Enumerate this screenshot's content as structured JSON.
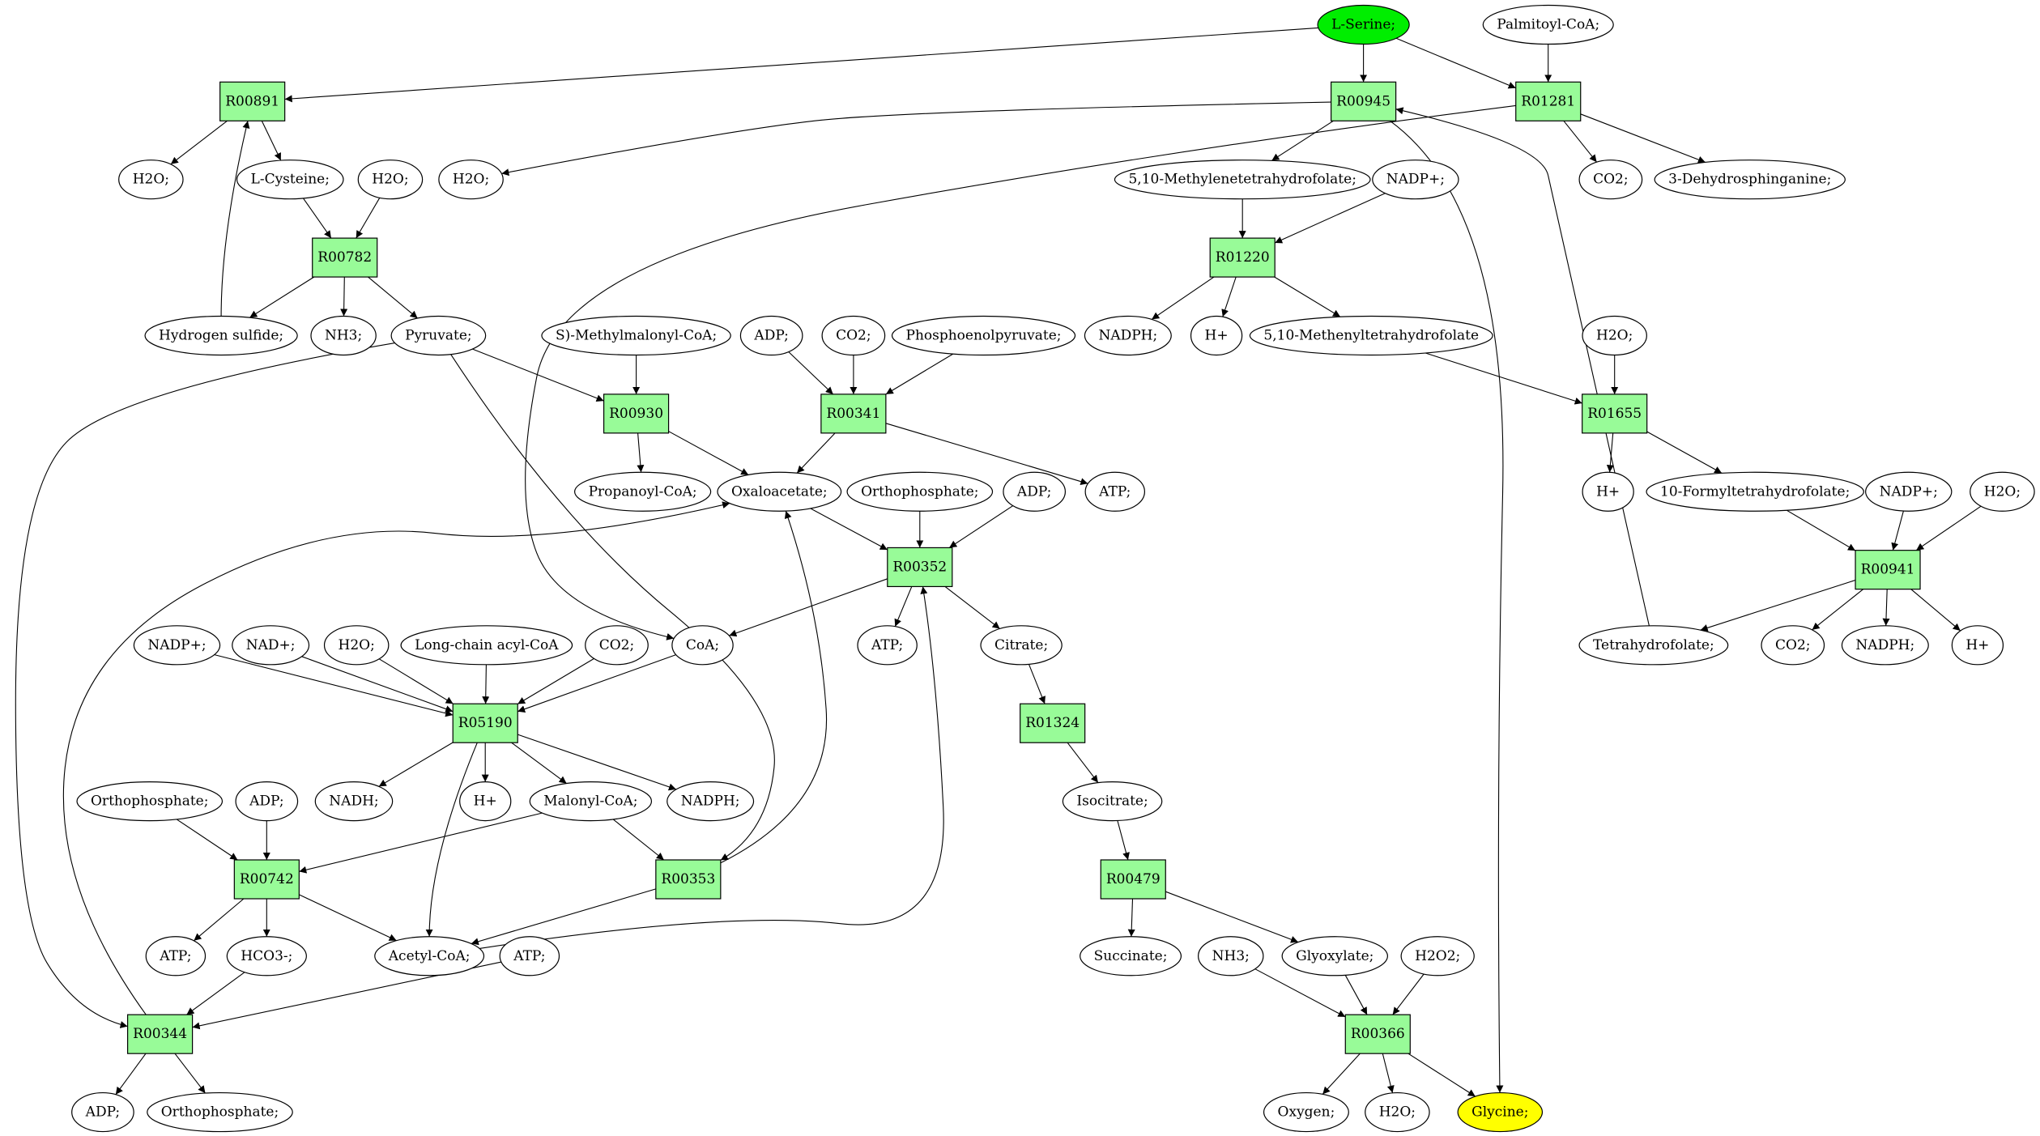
{
  "colors": {
    "reaction_fill": "#98fb98",
    "source_fill": "#00ee00",
    "target_fill": "#ffff00",
    "compound_fill": "#ffffff",
    "stroke": "#000000"
  },
  "reactions": [
    {
      "id": "r00891",
      "label": "R00891"
    },
    {
      "id": "r00945",
      "label": "R00945"
    },
    {
      "id": "r01281",
      "label": "R01281"
    },
    {
      "id": "r00782",
      "label": "R00782"
    },
    {
      "id": "r01220",
      "label": "R01220"
    },
    {
      "id": "r00930",
      "label": "R00930"
    },
    {
      "id": "r00341",
      "label": "R00341"
    },
    {
      "id": "r01655",
      "label": "R01655"
    },
    {
      "id": "r00352",
      "label": "R00352"
    },
    {
      "id": "r00941",
      "label": "R00941"
    },
    {
      "id": "r05190",
      "label": "R05190"
    },
    {
      "id": "r01324",
      "label": "R01324"
    },
    {
      "id": "r00742",
      "label": "R00742"
    },
    {
      "id": "r00353",
      "label": "R00353"
    },
    {
      "id": "r00479",
      "label": "R00479"
    },
    {
      "id": "r00344",
      "label": "R00344"
    },
    {
      "id": "r00366",
      "label": "R00366"
    }
  ],
  "compounds": [
    {
      "id": "l_serine",
      "label": "L-Serine;",
      "role": "source"
    },
    {
      "id": "palmitoyl_coa",
      "label": "Palmitoyl-CoA;"
    },
    {
      "id": "h2o_a",
      "label": "H2O;"
    },
    {
      "id": "l_cysteine",
      "label": "L-Cysteine;"
    },
    {
      "id": "h2o_b",
      "label": "H2O;"
    },
    {
      "id": "h2o_c",
      "label": "H2O;"
    },
    {
      "id": "methylenethf",
      "label": "5,10-Methylenetetrahydrofolate;"
    },
    {
      "id": "nadp_a",
      "label": "NADP+;"
    },
    {
      "id": "co2_a",
      "label": "CO2;"
    },
    {
      "id": "dehydrosphinganine",
      "label": "3-Dehydrosphinganine;"
    },
    {
      "id": "hydrogen_sulfide",
      "label": "Hydrogen sulfide;"
    },
    {
      "id": "nh3_a",
      "label": "NH3;"
    },
    {
      "id": "pyruvate",
      "label": "Pyruvate;"
    },
    {
      "id": "methylmalonyl_coa",
      "label": "S)-Methylmalonyl-CoA;"
    },
    {
      "id": "adp_a",
      "label": "ADP;"
    },
    {
      "id": "co2_b",
      "label": "CO2;"
    },
    {
      "id": "pep",
      "label": "Phosphoenolpyruvate;"
    },
    {
      "id": "nadph_a",
      "label": "NADPH;"
    },
    {
      "id": "hplus_a",
      "label": "H+"
    },
    {
      "id": "methenylthf",
      "label": "5,10-Methenyltetrahydrofolate"
    },
    {
      "id": "h2o_d",
      "label": "H2O;"
    },
    {
      "id": "propanoyl_coa",
      "label": "Propanoyl-CoA;"
    },
    {
      "id": "oxaloacetate",
      "label": "Oxaloacetate;"
    },
    {
      "id": "orthophosphate_a",
      "label": "Orthophosphate;"
    },
    {
      "id": "adp_b",
      "label": "ADP;"
    },
    {
      "id": "atp_a",
      "label": "ATP;"
    },
    {
      "id": "hplus_b",
      "label": "H+"
    },
    {
      "id": "formylthf",
      "label": "10-Formyltetrahydrofolate;"
    },
    {
      "id": "nadp_b",
      "label": "NADP+;"
    },
    {
      "id": "h2o_e",
      "label": "H2O;"
    },
    {
      "id": "nadp_c",
      "label": "NADP+;"
    },
    {
      "id": "nad_plus",
      "label": "NAD+;"
    },
    {
      "id": "h2o_f",
      "label": "H2O;"
    },
    {
      "id": "long_chain_acyl_coa",
      "label": "Long-chain acyl-CoA"
    },
    {
      "id": "co2_c",
      "label": "CO2;"
    },
    {
      "id": "coa",
      "label": "CoA;"
    },
    {
      "id": "atp_b",
      "label": "ATP;"
    },
    {
      "id": "citrate",
      "label": "Citrate;"
    },
    {
      "id": "thf",
      "label": "Tetrahydrofolate;"
    },
    {
      "id": "co2_d",
      "label": "CO2;"
    },
    {
      "id": "nadph_b",
      "label": "NADPH;"
    },
    {
      "id": "hplus_c",
      "label": "H+"
    },
    {
      "id": "orthophosphate_b",
      "label": "Orthophosphate;"
    },
    {
      "id": "adp_c",
      "label": "ADP;"
    },
    {
      "id": "nadh",
      "label": "NADH;"
    },
    {
      "id": "hplus_d",
      "label": "H+"
    },
    {
      "id": "malonyl_coa",
      "label": "Malonyl-CoA;"
    },
    {
      "id": "nadph_c",
      "label": "NADPH;"
    },
    {
      "id": "isocitrate",
      "label": "Isocitrate;"
    },
    {
      "id": "atp_c",
      "label": "ATP;"
    },
    {
      "id": "hco3",
      "label": "HCO3-;"
    },
    {
      "id": "acetyl_coa",
      "label": "Acetyl-CoA;"
    },
    {
      "id": "atp_d",
      "label": "ATP;"
    },
    {
      "id": "succinate",
      "label": "Succinate;"
    },
    {
      "id": "nh3_b",
      "label": "NH3;"
    },
    {
      "id": "glyoxylate",
      "label": "Glyoxylate;"
    },
    {
      "id": "h2o2",
      "label": "H2O2;"
    },
    {
      "id": "adp_d",
      "label": "ADP;"
    },
    {
      "id": "orthophosphate_c",
      "label": "Orthophosphate;"
    },
    {
      "id": "oxygen",
      "label": "Oxygen;"
    },
    {
      "id": "h2o_g",
      "label": "H2O;"
    },
    {
      "id": "glycine",
      "label": "Glycine;",
      "role": "target"
    }
  ],
  "edges": [
    [
      "l_serine",
      "r00891"
    ],
    [
      "l_serine",
      "r00945"
    ],
    [
      "l_serine",
      "r01281"
    ],
    [
      "palmitoyl_coa",
      "r01281"
    ],
    [
      "r00891",
      "h2o_a"
    ],
    [
      "r00891",
      "l_cysteine"
    ],
    [
      "r00945",
      "h2o_c"
    ],
    [
      "r00945",
      "methylenethf"
    ],
    [
      "r00945",
      "glycine"
    ],
    [
      "r01281",
      "co2_a"
    ],
    [
      "r01281",
      "dehydrosphinganine"
    ],
    [
      "r01281",
      "coa"
    ],
    [
      "l_cysteine",
      "r00782"
    ],
    [
      "h2o_b",
      "r00782"
    ],
    [
      "r00782",
      "hydrogen_sulfide"
    ],
    [
      "r00782",
      "nh3_a"
    ],
    [
      "r00782",
      "pyruvate"
    ],
    [
      "hydrogen_sulfide",
      "r00891"
    ],
    [
      "methylenethf",
      "r01220"
    ],
    [
      "nadp_a",
      "r01220"
    ],
    [
      "r01220",
      "nadph_a"
    ],
    [
      "r01220",
      "hplus_a"
    ],
    [
      "r01220",
      "methenylthf"
    ],
    [
      "pyruvate",
      "r00930"
    ],
    [
      "pyruvate",
      "r00344"
    ],
    [
      "pyruvate",
      "r00353"
    ],
    [
      "methylmalonyl_coa",
      "r00930"
    ],
    [
      "r00930",
      "propanoyl_coa"
    ],
    [
      "r00930",
      "oxaloacetate"
    ],
    [
      "adp_a",
      "r00341"
    ],
    [
      "co2_b",
      "r00341"
    ],
    [
      "pep",
      "r00341"
    ],
    [
      "r00341",
      "oxaloacetate"
    ],
    [
      "r00341",
      "atp_a"
    ],
    [
      "methenylthf",
      "r01655"
    ],
    [
      "h2o_d",
      "r01655"
    ],
    [
      "r01655",
      "hplus_b"
    ],
    [
      "r01655",
      "formylthf"
    ],
    [
      "oxaloacetate",
      "r00352"
    ],
    [
      "orthophosphate_a",
      "r00352"
    ],
    [
      "adp_b",
      "r00352"
    ],
    [
      "r00352",
      "coa"
    ],
    [
      "r00352",
      "atp_b"
    ],
    [
      "r00352",
      "citrate"
    ],
    [
      "formylthf",
      "r00941"
    ],
    [
      "nadp_b",
      "r00941"
    ],
    [
      "h2o_e",
      "r00941"
    ],
    [
      "r00941",
      "thf"
    ],
    [
      "r00941",
      "co2_d"
    ],
    [
      "r00941",
      "nadph_b"
    ],
    [
      "r00941",
      "hplus_c"
    ],
    [
      "thf",
      "r00945"
    ],
    [
      "nadp_c",
      "r05190"
    ],
    [
      "nad_plus",
      "r05190"
    ],
    [
      "h2o_f",
      "r05190"
    ],
    [
      "long_chain_acyl_coa",
      "r05190"
    ],
    [
      "co2_c",
      "r05190"
    ],
    [
      "coa",
      "r05190"
    ],
    [
      "r05190",
      "nadh"
    ],
    [
      "r05190",
      "hplus_d"
    ],
    [
      "r05190",
      "malonyl_coa"
    ],
    [
      "r05190",
      "nadph_c"
    ],
    [
      "r05190",
      "acetyl_coa"
    ],
    [
      "citrate",
      "r01324"
    ],
    [
      "r01324",
      "isocitrate"
    ],
    [
      "isocitrate",
      "r00479"
    ],
    [
      "r00479",
      "succinate"
    ],
    [
      "r00479",
      "glyoxylate"
    ],
    [
      "orthophosphate_b",
      "r00742"
    ],
    [
      "adp_c",
      "r00742"
    ],
    [
      "malonyl_coa",
      "r00742"
    ],
    [
      "r00742",
      "atp_c"
    ],
    [
      "r00742",
      "hco3"
    ],
    [
      "r00742",
      "acetyl_coa"
    ],
    [
      "malonyl_coa",
      "r00353"
    ],
    [
      "r00353",
      "acetyl_coa"
    ],
    [
      "r00353",
      "oxaloacetate"
    ],
    [
      "acetyl_coa",
      "r00352"
    ],
    [
      "hco3",
      "r00344"
    ],
    [
      "atp_d",
      "r00344"
    ],
    [
      "r00344",
      "adp_d"
    ],
    [
      "r00344",
      "orthophosphate_c"
    ],
    [
      "r00344",
      "oxaloacetate"
    ],
    [
      "nh3_b",
      "r00366"
    ],
    [
      "glyoxylate",
      "r00366"
    ],
    [
      "h2o2",
      "r00366"
    ],
    [
      "r00366",
      "oxygen"
    ],
    [
      "r00366",
      "h2o_g"
    ],
    [
      "r00366",
      "glycine"
    ]
  ]
}
